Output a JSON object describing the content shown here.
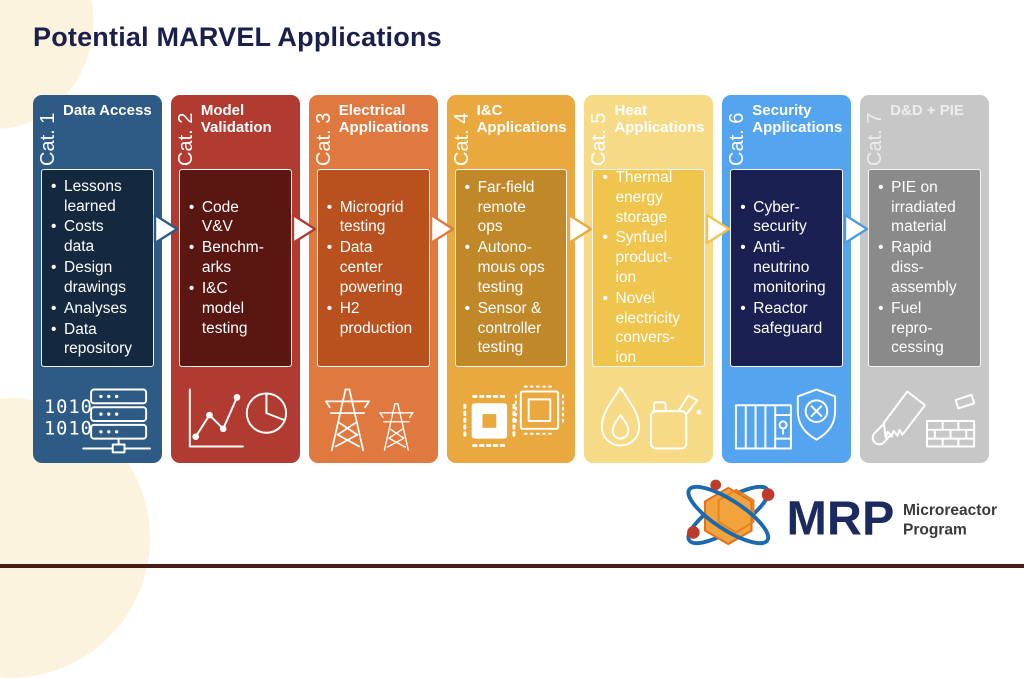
{
  "title": "Potential MARVEL Applications",
  "columns": [
    {
      "cat": "Cat. 1",
      "title": "Data Access",
      "bullets": [
        "Lessons\nlearned",
        "Costs\ndata",
        "Design\ndrawings",
        "Analyses",
        "Data\nrepository"
      ],
      "icon": "binary-data-server-icon",
      "colors": {
        "bg": "#2E5B85",
        "box": "#14293F"
      }
    },
    {
      "cat": "Cat. 2",
      "title": "Model\nValidation",
      "bullets": [
        "Code\nV&V",
        "Benchm-\narks",
        "I&C\nmodel\ntesting"
      ],
      "icon": "line-chart-pie-chart-icon",
      "colors": {
        "bg": "#B23B31",
        "box": "#5A1712"
      }
    },
    {
      "cat": "Cat. 3",
      "title": "Electrical\nApplications",
      "bullets": [
        "Microgrid\ntesting",
        "Data\ncenter\npowering",
        "H2\nproduction"
      ],
      "icon": "transmission-towers-icon",
      "colors": {
        "bg": "#E0793F",
        "box": "#B9511F"
      }
    },
    {
      "cat": "Cat. 4",
      "title": "I&C\nApplications",
      "bullets": [
        "Far-field\nremote\nops",
        "Autono-\nmous ops\ntesting",
        "Sensor &\ncontroller\ntesting"
      ],
      "icon": "microchips-icon",
      "colors": {
        "bg": "#E9A93F",
        "box": "#C08829"
      }
    },
    {
      "cat": "Cat. 5",
      "title": "Heat\nApplications",
      "bullets": [
        "Thermal\nenergy\nstorage",
        "Synfuel\nproduct-\nion",
        "Novel\nelectricity\nconvers-\nion"
      ],
      "icon": "flame-fuel-can-icon",
      "colors": {
        "bg": "#F6DA85",
        "box": "#F0C54D"
      }
    },
    {
      "cat": "Cat. 6",
      "title": "Security\nApplications",
      "bullets": [
        "Cyber-\nsecurity",
        "Anti-\nneutrino\nmonitoring",
        "Reactor\nsafeguard"
      ],
      "icon": "fence-shield-icon",
      "colors": {
        "bg": "#55A4EF",
        "box": "#1A2152"
      }
    },
    {
      "cat": "Cat. 7",
      "title": "D&D + PIE",
      "bullets": [
        "PIE on\nirradiated\nmaterial",
        "Rapid\ndiss-\nassembly",
        "Fuel\nrepro-\ncessing"
      ],
      "icon": "saw-brick-wall-icon",
      "colors": {
        "bg": "#C7C7C7",
        "box": "#8A8A8A"
      }
    }
  ],
  "arrow_colors": [
    "#2E5B85",
    "#B23B31",
    "#E0793F",
    "#E9A93F",
    "#EFC44F",
    "#4D9ADF"
  ],
  "logo": {
    "abbr": "MRP",
    "name_line1": "Microreactor",
    "name_line2": "Program",
    "colors": {
      "abbr": "#1C2B5F",
      "name": "#3A3A3A",
      "orbit": "#1B69AE",
      "hex": "#F2A33C",
      "dots": "#BE3A2B"
    }
  },
  "palette": {
    "title_color": "#1B1F4B",
    "bottom_bar": "#4A1A15",
    "background": "#FFFFFF"
  }
}
